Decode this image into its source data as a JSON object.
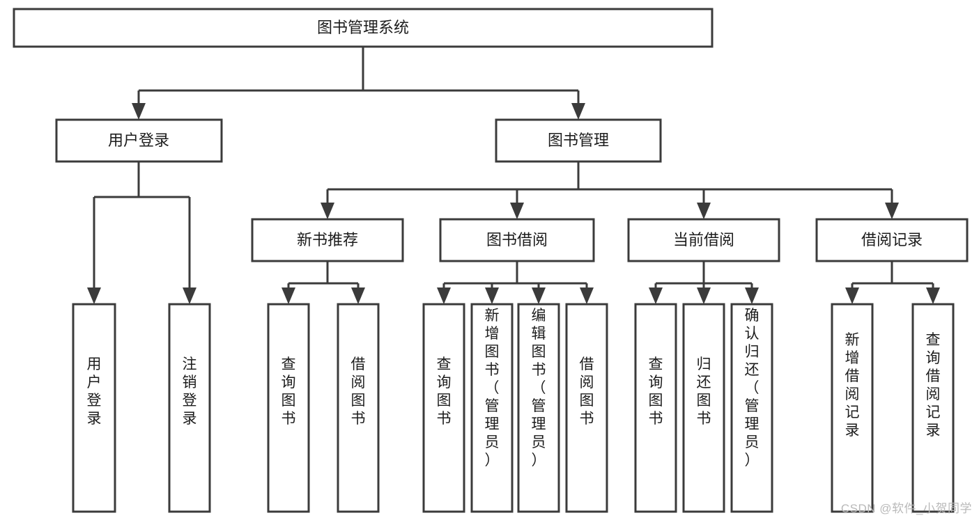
{
  "diagram": {
    "type": "tree-hierarchy",
    "title": "图书管理系统",
    "watermark": "CSDN @软件_小贺同学",
    "colors": {
      "stroke": "#3b3b3b",
      "fill": "#ffffff",
      "text": "#1c1c1c",
      "watermark": "#b9b9b9"
    },
    "root": {
      "label": "图书管理系统"
    },
    "level2": [
      {
        "id": "user-login",
        "label": "用户登录"
      },
      {
        "id": "book-manage",
        "label": "图书管理"
      }
    ],
    "level3": [
      {
        "id": "new-book-rec",
        "label": "新书推荐",
        "parent": "book-manage"
      },
      {
        "id": "book-borrow",
        "label": "图书借阅",
        "parent": "book-manage"
      },
      {
        "id": "current-borrow",
        "label": "当前借阅",
        "parent": "book-manage"
      },
      {
        "id": "borrow-record",
        "label": "借阅记录",
        "parent": "book-manage"
      }
    ],
    "leaves": {
      "user-login": [
        {
          "id": "leaf-user-login",
          "label": "用户登录"
        },
        {
          "id": "leaf-logout",
          "label": "注销登录"
        }
      ],
      "new-book-rec": [
        {
          "id": "leaf-query-book-1",
          "label": "查询图书"
        },
        {
          "id": "leaf-borrow-book-1",
          "label": "借阅图书"
        }
      ],
      "book-borrow": [
        {
          "id": "leaf-query-book-2",
          "label": "查询图书"
        },
        {
          "id": "leaf-add-book",
          "label": "新增图书（管理员）"
        },
        {
          "id": "leaf-edit-book",
          "label": "编辑图书（管理员）"
        },
        {
          "id": "leaf-borrow-book-2",
          "label": "借阅图书"
        }
      ],
      "current-borrow": [
        {
          "id": "leaf-query-book-3",
          "label": "查询图书"
        },
        {
          "id": "leaf-return-book",
          "label": "归还图书"
        },
        {
          "id": "leaf-confirm-return",
          "label": "确认归还（管理员）"
        }
      ],
      "borrow-record": [
        {
          "id": "leaf-add-record",
          "label": "新增借阅记录"
        },
        {
          "id": "leaf-query-record",
          "label": "查询借阅记录"
        }
      ]
    }
  }
}
